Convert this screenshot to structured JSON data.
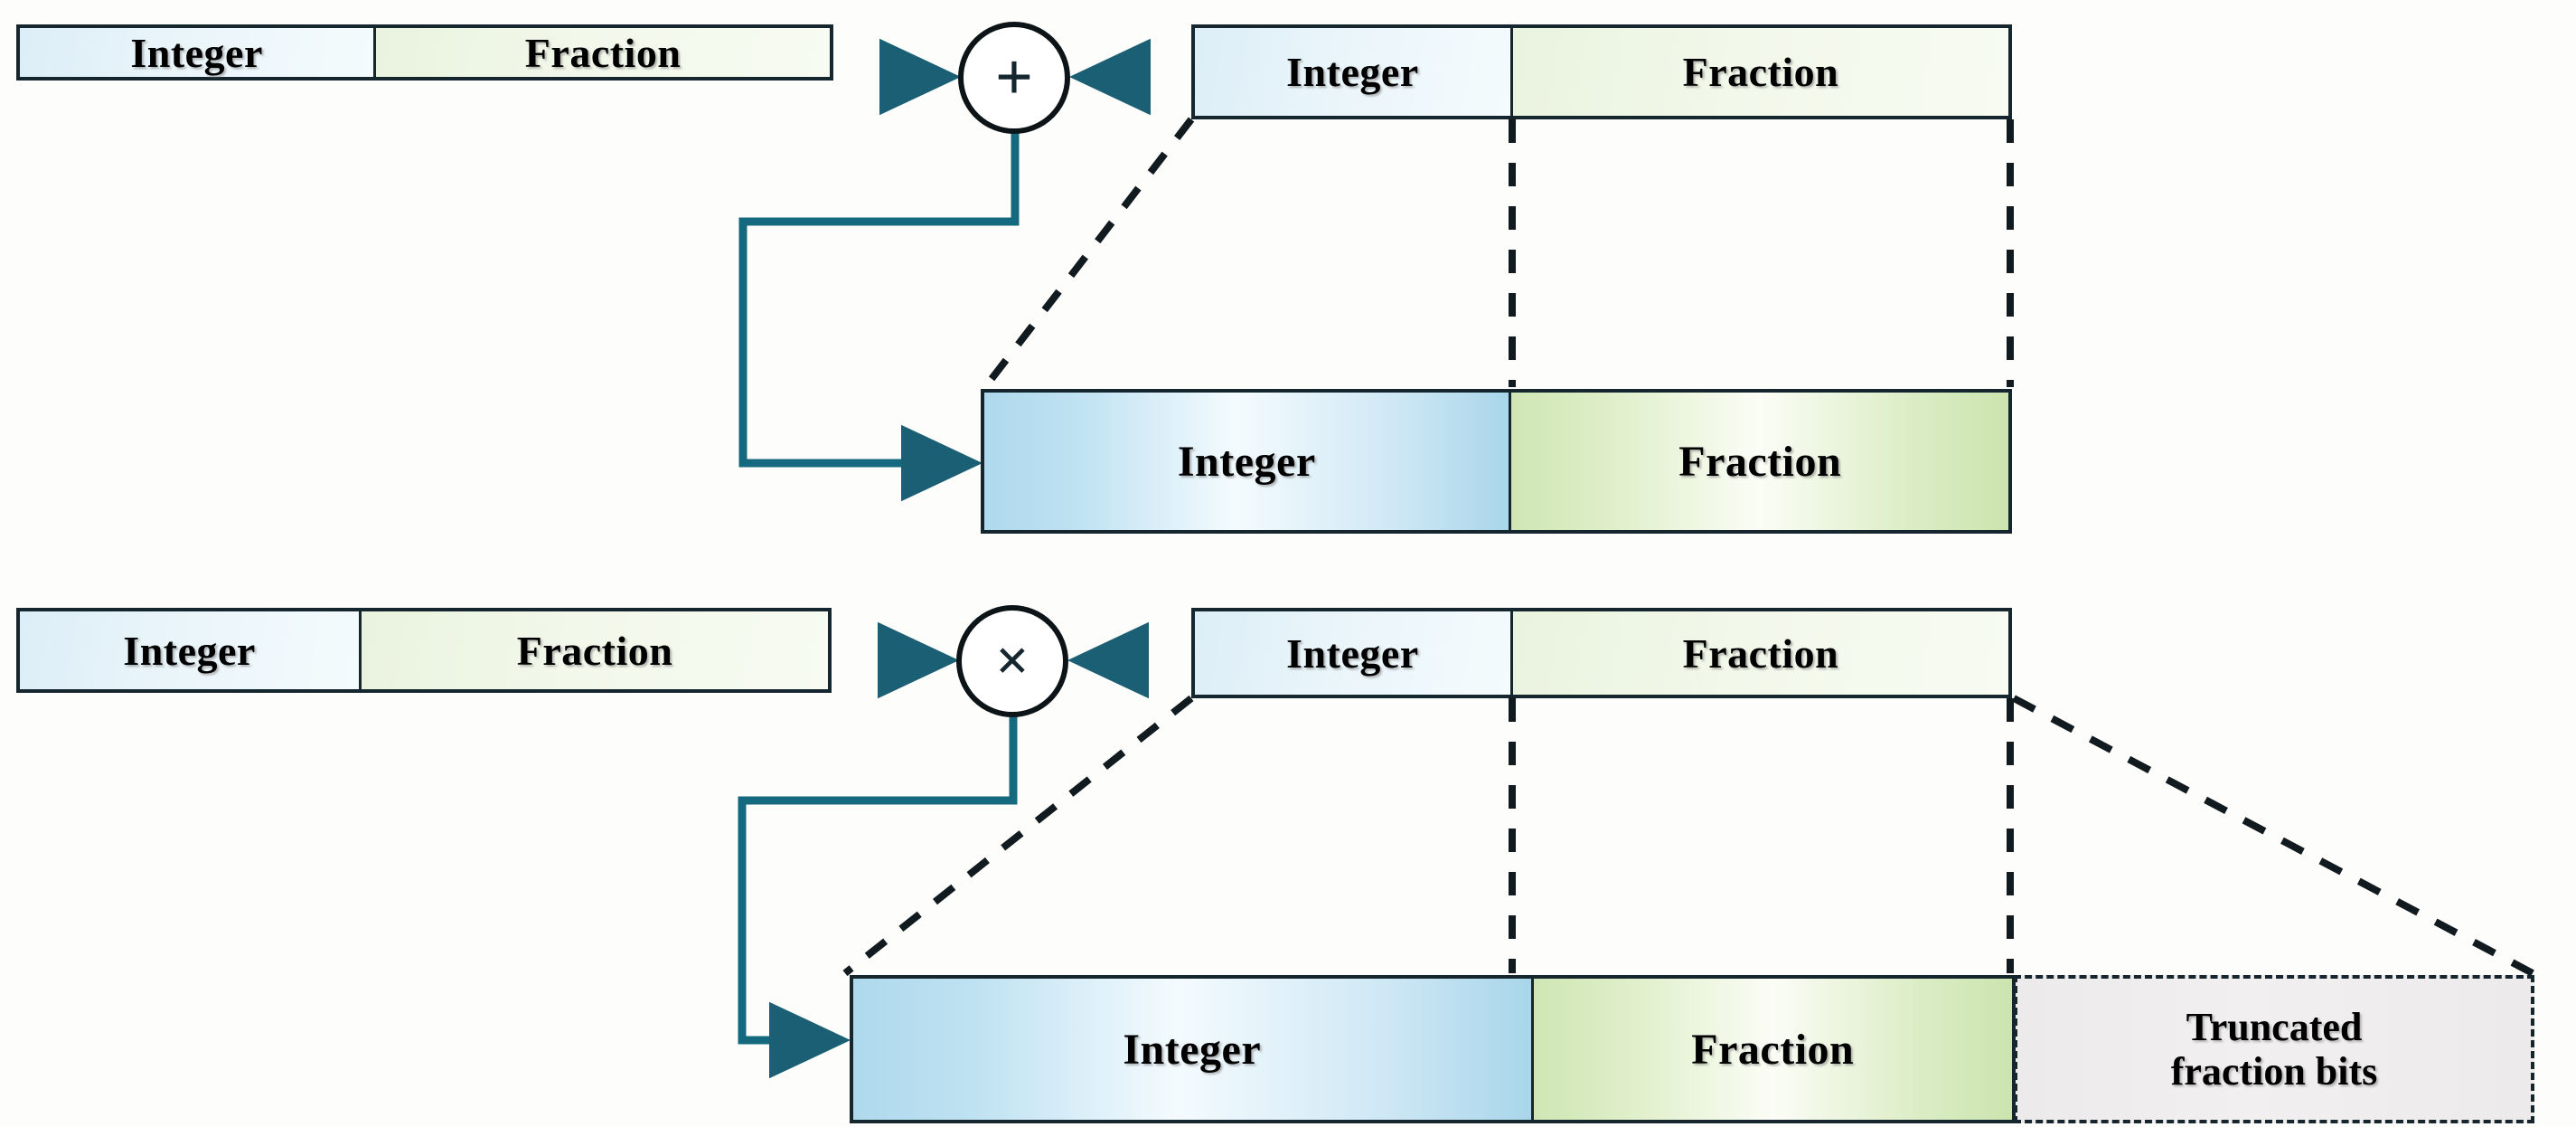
{
  "diagram": {
    "title": "Fixed-point addition and multiplication bit-width diagram",
    "labels": {
      "integer": "Integer",
      "fraction": "Fraction",
      "truncated": "Truncated\nfraction bits",
      "truncated_line1": "Truncated",
      "truncated_line2": "fraction bits"
    },
    "colors": {
      "border": "#16262e",
      "wire": "#1c5f78",
      "wire_dark": "#14585f",
      "integer_fill": "#dceef7",
      "fraction_fill": "#eaf3df",
      "result_integer_fill": "#aed9ec",
      "result_fraction_fill": "#cfe6b4",
      "truncated_fill": "#eceaea",
      "background": "#fdfdfb"
    }
  },
  "sections": [
    {
      "id": "addition",
      "operator": "+",
      "operator_name": "plus-operator",
      "operand_left": {
        "integer": "Integer",
        "fraction": "Fraction"
      },
      "operand_right": {
        "integer": "Integer",
        "fraction": "Fraction"
      },
      "result": {
        "integer": "Integer",
        "fraction": "Fraction"
      },
      "has_truncation": false
    },
    {
      "id": "multiplication",
      "operator": "×",
      "operator_name": "times-operator",
      "operand_left": {
        "integer": "Integer",
        "fraction": "Fraction"
      },
      "operand_right": {
        "integer": "Integer",
        "fraction": "Fraction"
      },
      "result": {
        "integer": "Integer",
        "fraction": "Fraction"
      },
      "has_truncation": true,
      "truncated_line1": "Truncated",
      "truncated_line2": "fraction bits"
    }
  ]
}
